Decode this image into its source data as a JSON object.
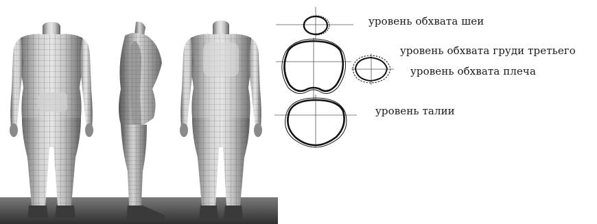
{
  "labels": {
    "neck_level": "уровень обхвата шеи",
    "chest_level": "уровень обхвата груди третьего",
    "shoulder_level": "уровень обхвата плеча",
    "waist_level": "уровень талии"
  },
  "colors": {
    "body_light": "#d9d9d9",
    "body_mid": "#a8a8a8",
    "body_dark": "#5a5a5a",
    "mesh_line": "#3a3a3a",
    "floor_top": "#6e6e6e",
    "floor_bottom": "#2e2e2e",
    "contour": "#111111",
    "axis_line": "#555555"
  },
  "icons": {
    "front_view": "female-body-front-mesh",
    "side_view": "female-body-side-mesh",
    "back_view": "female-body-back-mesh"
  }
}
